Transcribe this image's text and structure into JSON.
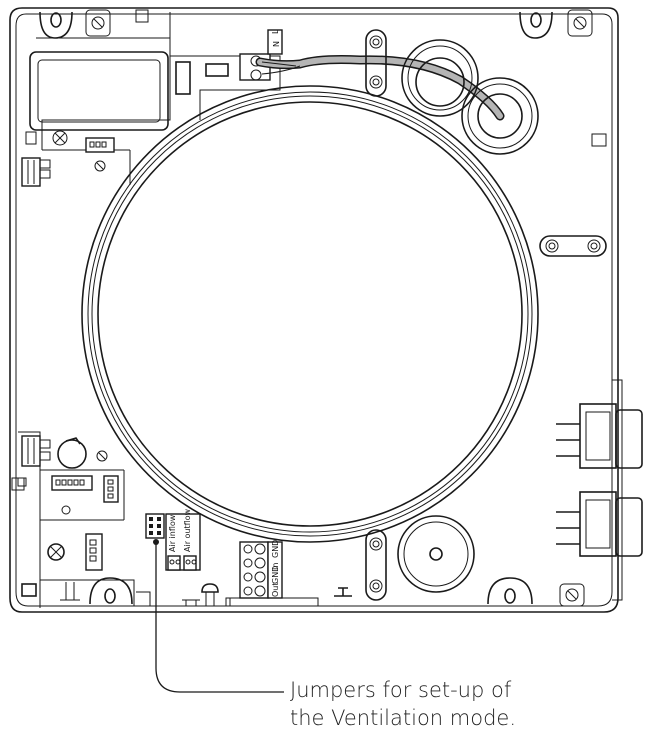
{
  "terminal_labels": {
    "neutral": "N",
    "live": "L"
  },
  "jumper_labels": {
    "inflow": "Air inflow",
    "outflow": "Air outflow"
  },
  "connector_labels": [
    "GND",
    "In",
    "GND",
    "Out"
  ],
  "callout": {
    "line1": "Jumpers for set-up of",
    "line2": "the Ventilation mode."
  }
}
